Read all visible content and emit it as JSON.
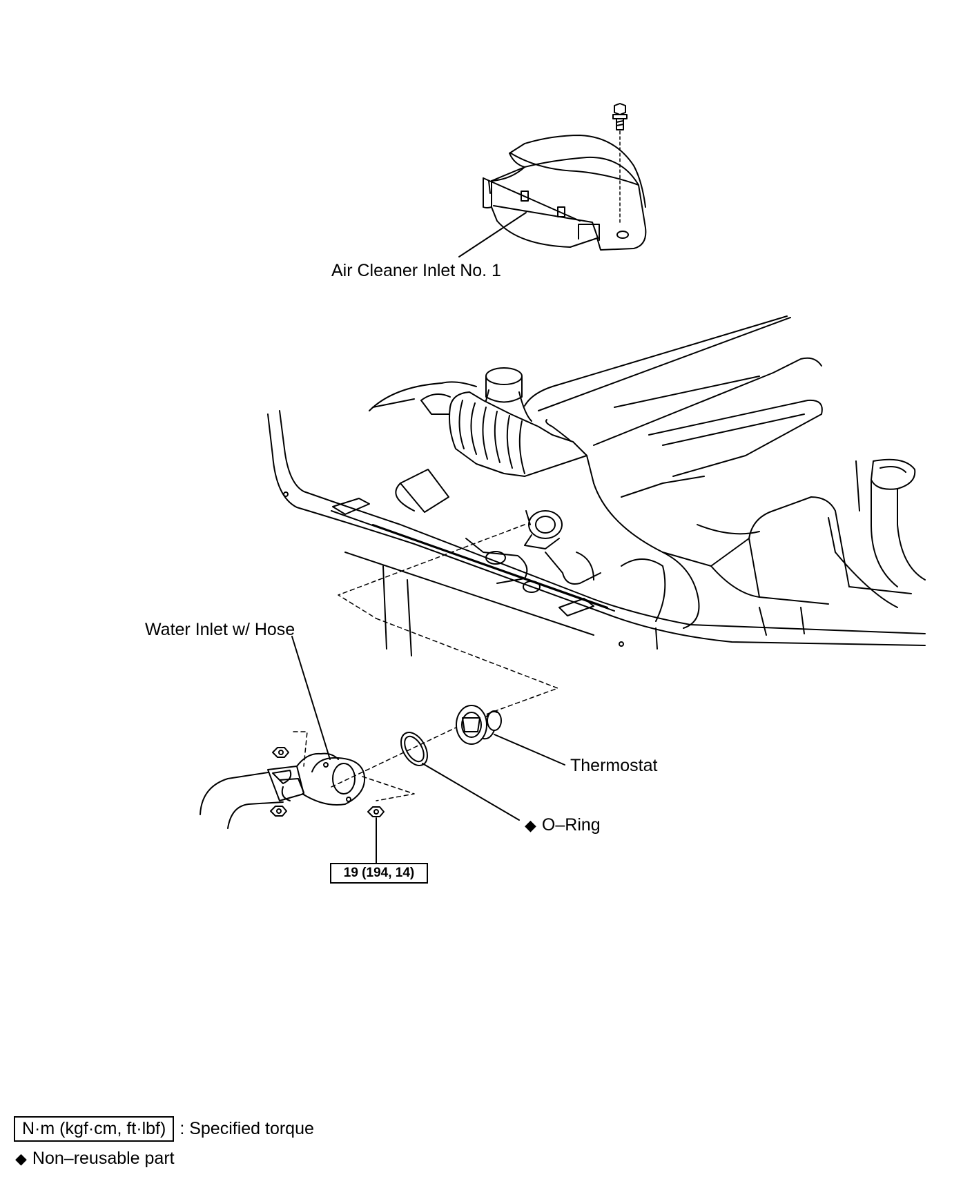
{
  "labels": {
    "air_cleaner_inlet": "Air Cleaner Inlet No. 1",
    "water_inlet": "Water Inlet w/ Hose",
    "thermostat": "Thermostat",
    "o_ring": "O–Ring",
    "o_ring_marker": "◆"
  },
  "torque_spec": "19 (194, 14)",
  "legend": {
    "torque_unit": "N·m (kgf·cm, ft·lbf)",
    "torque_text": ": Specified torque",
    "nonreusable_marker": "◆",
    "nonreusable_text": "Non–reusable part"
  }
}
